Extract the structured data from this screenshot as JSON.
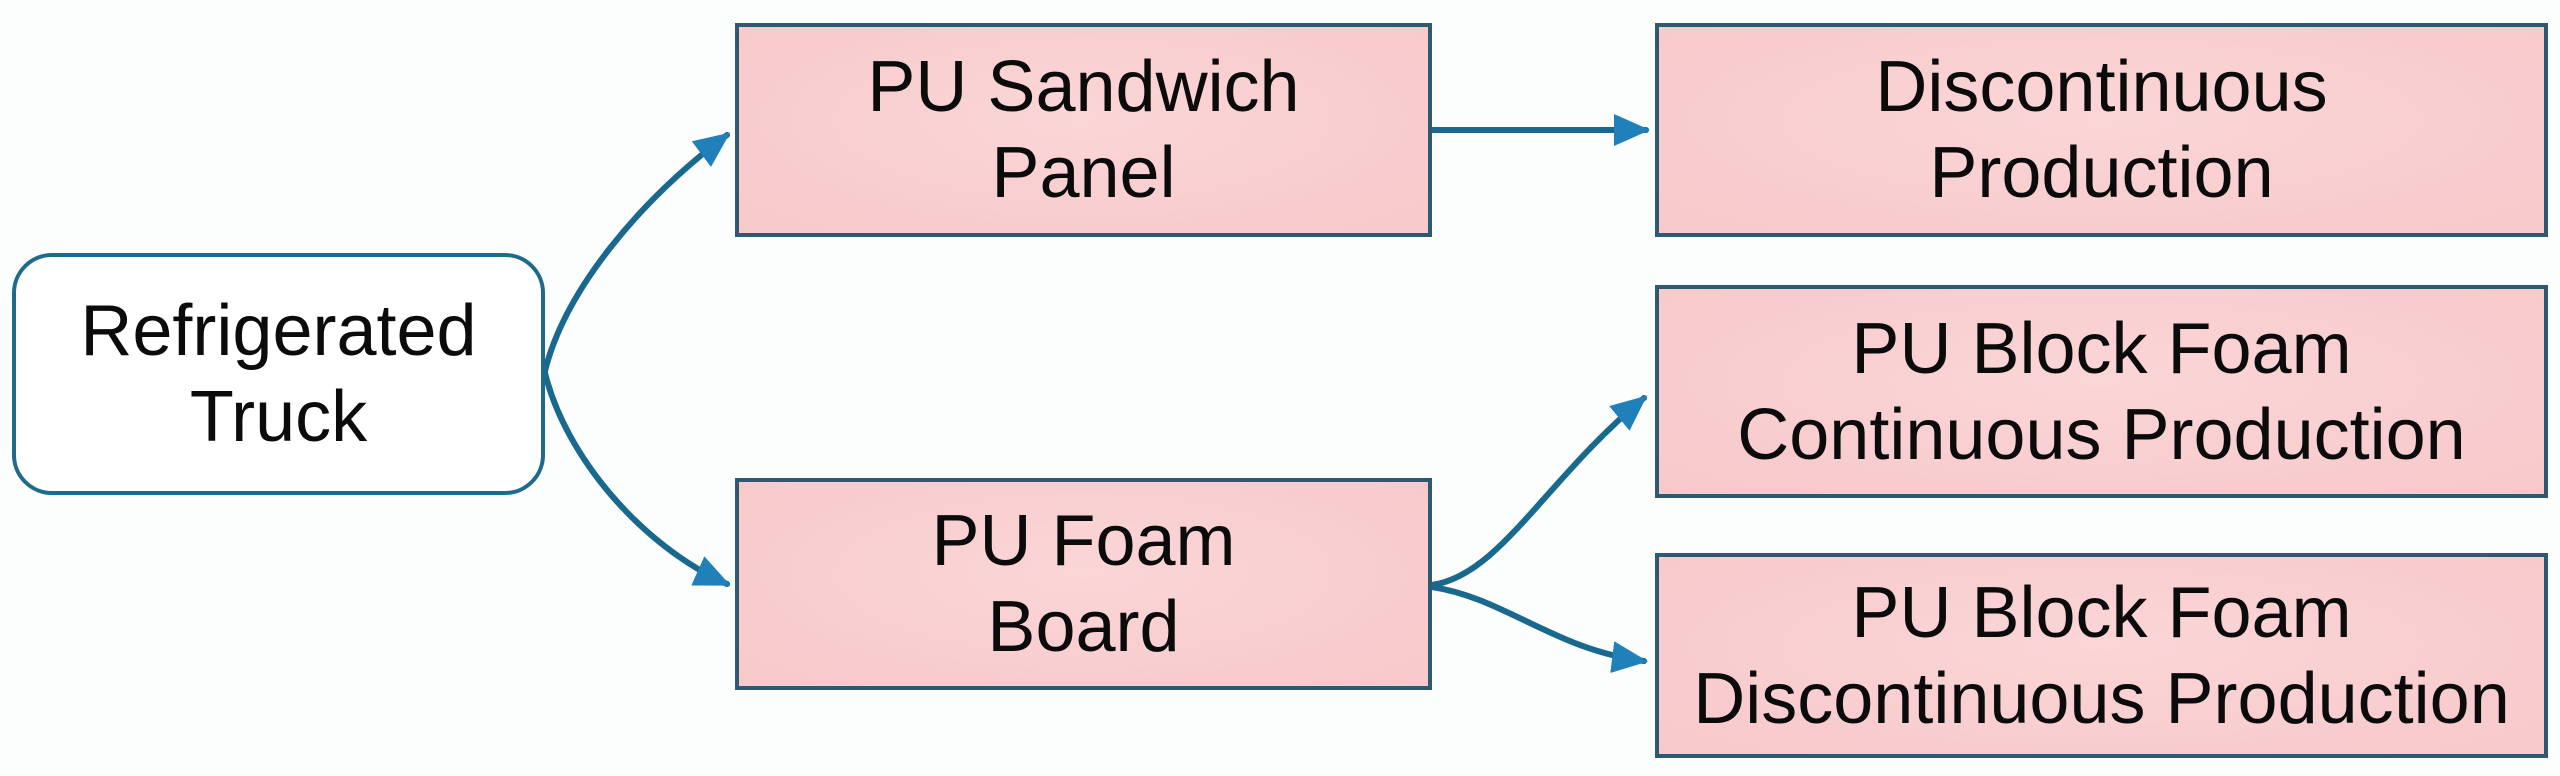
{
  "diagram": {
    "background_color": "#fcfdfd",
    "text_color": "#0b0b0b",
    "nodes": {
      "refrigerated_truck": {
        "line1": "Refrigerated",
        "line2": "Truck",
        "shape": "rounded-rectangle",
        "fill": "#ffffff",
        "border_color": "#1e6a8c"
      },
      "pu_sandwich_panel": {
        "line1": "PU Sandwich",
        "line2": "Panel",
        "shape": "rectangle",
        "fill": "#f9cfd1",
        "border_color": "#2d5a70"
      },
      "pu_foam_board": {
        "line1": "PU Foam",
        "line2": "Board",
        "shape": "rectangle",
        "fill": "#f9cfd1",
        "border_color": "#2d5a70"
      },
      "discontinuous_production": {
        "line1": "Discontinuous",
        "line2": "Production",
        "shape": "rectangle",
        "fill": "#f9cfd1",
        "border_color": "#2d5a70"
      },
      "pu_block_foam_continuous": {
        "line1": "PU Block Foam",
        "line2": "Continuous Production",
        "shape": "rectangle",
        "fill": "#f9cfd1",
        "border_color": "#2d5a70"
      },
      "pu_block_foam_discontinuous": {
        "line1": "PU Block Foam",
        "line2": "Discontinuous Production",
        "shape": "rectangle",
        "fill": "#f9cfd1",
        "border_color": "#2d5a70"
      }
    },
    "edges": [
      {
        "from": "Refrigerated Truck",
        "to": "PU Sandwich Panel",
        "style": "curved-arrow"
      },
      {
        "from": "Refrigerated Truck",
        "to": "PU Foam Board",
        "style": "curved-arrow"
      },
      {
        "from": "PU Sandwich Panel",
        "to": "Discontinuous Production",
        "style": "straight-arrow"
      },
      {
        "from": "PU Foam Board",
        "to": "PU Block Foam Continuous Production",
        "style": "curved-arrow"
      },
      {
        "from": "PU Foam Board",
        "to": "PU Block Foam Discontinuous Production",
        "style": "curved-arrow"
      }
    ],
    "connectors": {
      "line_color": "#19688d",
      "arrow_color": "#1f80ba"
    }
  }
}
